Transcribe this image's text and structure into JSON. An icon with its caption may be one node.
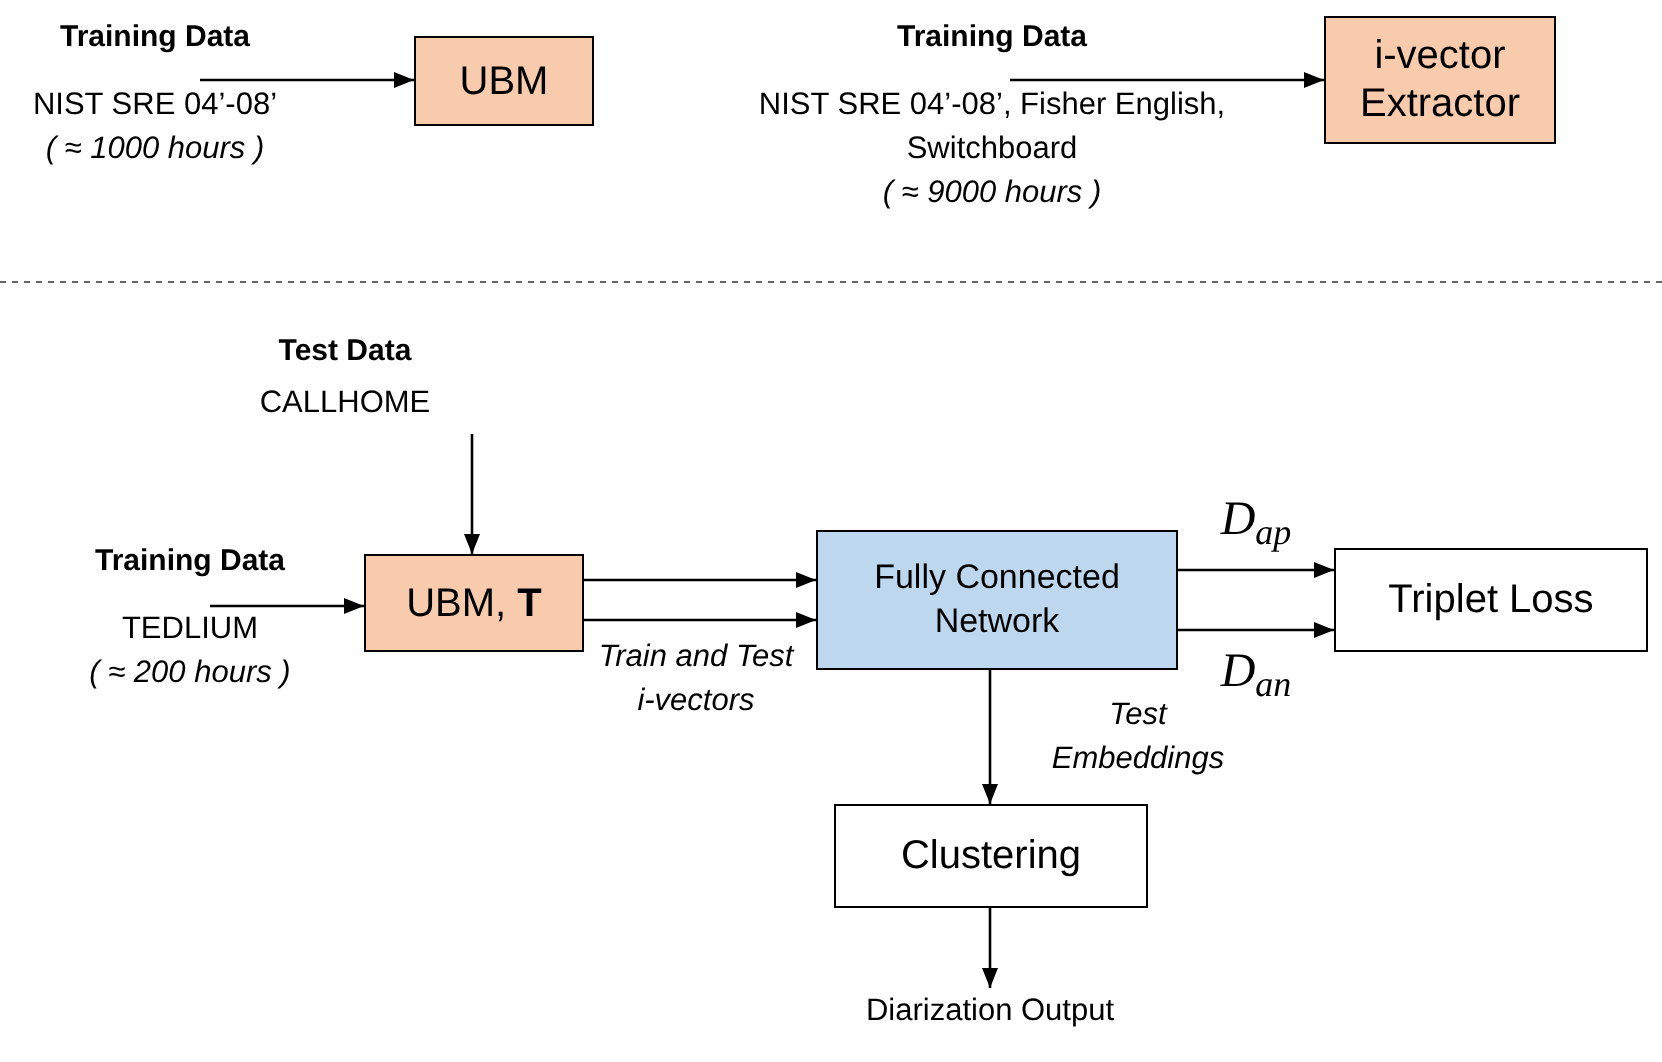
{
  "diagram": {
    "nodes": [
      {
        "text": [
          "Training Data",
          "NIST SRE 04’-08’",
          "( ≈ 1000 hours )"
        ]
      },
      {
        "text": [
          "UBM"
        ]
      },
      {
        "text": [
          "Training Data",
          "NIST SRE 04’-08’, Fisher English, Switchboard",
          "( ≈ 9000 hours )"
        ]
      },
      {
        "text": [
          "i-vector Extractor"
        ]
      },
      {
        "text": [
          "Test Data",
          "CALLHOME"
        ]
      },
      {
        "text": [
          "Training Data",
          "TEDLIUM",
          "( ≈ 200 hours )"
        ]
      },
      {
        "text": [
          "UBM, **T**"
        ]
      },
      {
        "text": [
          "Fully Connected Network"
        ]
      },
      {
        "text": [
          "Triplet Loss"
        ]
      },
      {
        "text": [
          "Clustering"
        ]
      },
      {
        "text": [
          "Diarization Output"
        ]
      }
    ],
    "edges": [
      {
        "from": 0,
        "to": 1,
        "arrow": "to"
      },
      {
        "from": 2,
        "to": 3,
        "arrow": "to"
      },
      {
        "from": 4,
        "to": 6,
        "arrow": "to"
      },
      {
        "from": 5,
        "to": 6,
        "arrow": "to"
      },
      {
        "from": 6,
        "to": 7,
        "arrow": "to"
      },
      {
        "from": 6,
        "to": 7,
        "arrow": "to",
        "label": "Train and Test i-vectors"
      },
      {
        "from": 7,
        "to": 8,
        "arrow": "to",
        "label": "D$_{ap}$"
      },
      {
        "from": 7,
        "to": 8,
        "arrow": "to",
        "label": "D$_{an}$"
      },
      {
        "from": 7,
        "to": 9,
        "arrow": "to",
        "label": "Test Embeddings"
      },
      {
        "from": 9,
        "to": 10,
        "arrow": "to"
      }
    ]
  }
}
